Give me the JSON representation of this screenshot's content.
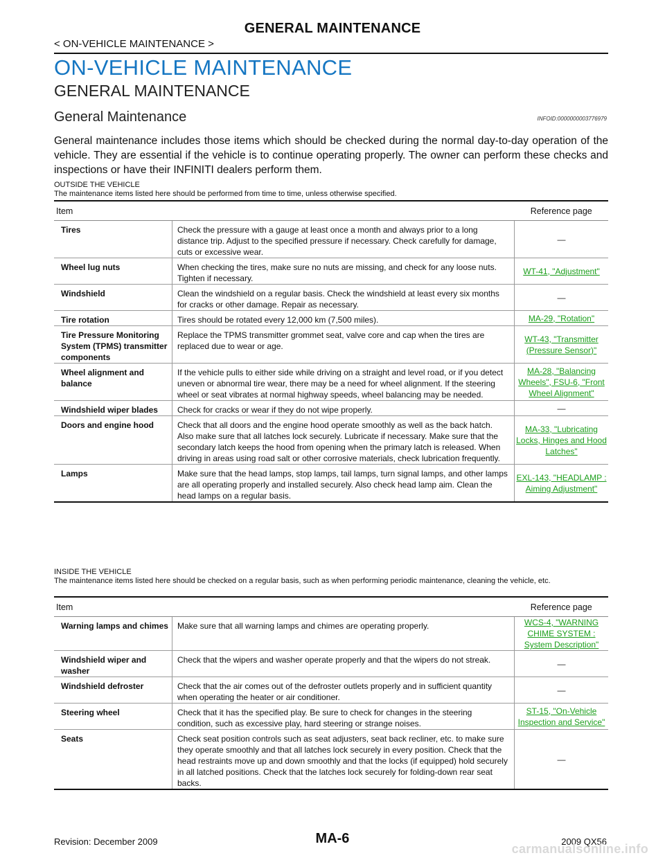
{
  "header": {
    "title": "GENERAL MAINTENANCE",
    "subtitle": "< ON-VEHICLE MAINTENANCE >"
  },
  "headings": {
    "h1": "ON-VEHICLE MAINTENANCE",
    "h2": "GENERAL MAINTENANCE",
    "h3": "General Maintenance",
    "infoid": "INFOID:0000000003776979"
  },
  "intro": "General maintenance includes those items which should be checked during the normal day-to-day operation of the vehicle. They are essential if the vehicle is to continue operating properly. The owner can perform these checks and inspections or have their INFINITI dealers perform them.",
  "outside": {
    "title": "OUTSIDE THE VEHICLE",
    "note": "The maintenance items listed here should be performed from time to time, unless otherwise specified.",
    "col_item": "Item",
    "col_ref": "Reference page",
    "rows": [
      {
        "item": "Tires",
        "desc": "Check the pressure with a gauge at least once a month and always prior to a long distance trip. Adjust to the specified pressure if necessary. Check carefully for damage, cuts or excessive wear.",
        "ref": "—"
      },
      {
        "item": "Wheel lug nuts",
        "desc": "When checking the tires, make sure no nuts are missing, and check for any loose nuts. Tighten if necessary.",
        "ref": "WT-41, \"Adjustment\""
      },
      {
        "item": "Windshield",
        "desc": "Clean the windshield on a regular basis. Check the windshield at least every six months for cracks or other damage. Repair as necessary.",
        "ref": "—"
      },
      {
        "item": "Tire rotation",
        "desc": "Tires should be rotated every 12,000 km (7,500 miles).",
        "ref": "MA-29, \"Rotation\""
      },
      {
        "item": "Tire Pressure Monitoring System (TPMS) transmitter components",
        "desc": "Replace the TPMS transmitter grommet seat, valve core and cap when the tires are replaced due to wear or age.",
        "ref": "WT-43, \"Transmitter (Pressure Sensor)\""
      },
      {
        "item": "Wheel alignment and balance",
        "desc": "If the vehicle pulls to either side while driving on a straight and level road, or if you detect uneven or abnormal tire wear, there may be a need for wheel alignment. If the steering wheel or seat vibrates at normal highway speeds, wheel balancing may be needed.",
        "ref": "MA-28, \"Balancing Wheels\", FSU-6, \"Front Wheel Alignment\""
      },
      {
        "item": "Windshield wiper blades",
        "desc": "Check for cracks or wear if they do not wipe properly.",
        "ref": "—"
      },
      {
        "item": "Doors and engine hood",
        "desc": "Check that all doors and the engine hood operate smoothly as well as the back hatch. Also make sure that all latches lock securely. Lubricate if necessary. Make sure that the secondary latch keeps the hood from opening when the primary latch is released. When driving in areas using road salt or other corrosive materials, check lubrication frequently.",
        "ref": "MA-33, \"Lubricating Locks, Hinges and Hood Latches\""
      },
      {
        "item": "Lamps",
        "desc": "Make sure that the head lamps, stop lamps, tail lamps, turn signal lamps, and other lamps are all operating properly and installed securely. Also check head lamp aim. Clean the head lamps on a regular basis.",
        "ref": "EXL-143, \"HEADLAMP : Aiming Adjustment\""
      }
    ]
  },
  "inside": {
    "title": "INSIDE THE VEHICLE",
    "note": "The maintenance items listed here should be checked on a regular basis, such as when performing periodic maintenance, cleaning the vehicle, etc.",
    "col_item": "Item",
    "col_ref": "Reference page",
    "rows": [
      {
        "item": "Warning lamps and chimes",
        "desc": "Make sure that all warning lamps and chimes are operating properly.",
        "ref": "WCS-4, \"WARNING CHIME SYSTEM : System Description\""
      },
      {
        "item": "Windshield wiper and washer",
        "desc": "Check that the wipers and washer operate properly and that the wipers do not streak.",
        "ref": "—"
      },
      {
        "item": "Windshield defroster",
        "desc": "Check that the air comes out of the defroster outlets properly and in sufficient quantity when operating the heater or air conditioner.",
        "ref": "—"
      },
      {
        "item": "Steering wheel",
        "desc": "Check that it has the specified play. Be sure to check for changes in the steering condition, such as excessive play, hard steering or strange noises.",
        "ref": "ST-15, \"On-Vehicle Inspection and Service\""
      },
      {
        "item": "Seats",
        "desc": "Check seat position controls such as seat adjusters, seat back recliner, etc. to make sure they operate smoothly and that all latches lock securely in every position. Check that the head restraints move up and down smoothly and that the locks (if equipped) hold securely in all latched positions. Check that the latches lock securely for folding-down rear seat backs.",
        "ref": "—"
      }
    ]
  },
  "footer": {
    "revision": "Revision: December 2009",
    "page": "MA-6",
    "model": "2009 QX56",
    "watermark": "carmanualsonline.info"
  }
}
